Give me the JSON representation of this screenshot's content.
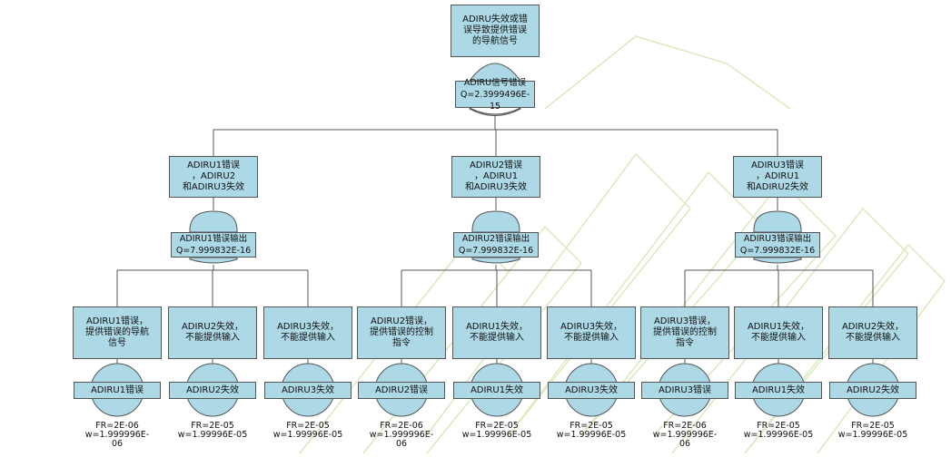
{
  "top_event": {
    "label": "ADIRU失效或错\n误导致提供错误\n的导航信号",
    "gate_label": "ADIRU信号错误\nQ=2.3999496E-15"
  },
  "branches": [
    {
      "label": "ADIRU1错误\n，ADIRU2\n和ADIRU3失效",
      "gate_label": "ADIRU1错误输出\nQ=7.999832E-16",
      "events": [
        {
          "label": "ADIRU1错误，\n提供错误的导航\n信号",
          "basic": "ADIRU1错误",
          "fr": "FR=2E-06",
          "w": "w=1.999996E-\n06"
        },
        {
          "label": "ADIRU2失效，\n不能提供输入",
          "basic": "ADIRU2失效",
          "fr": "FR=2E-05",
          "w": "w=1.99996E-05"
        },
        {
          "label": "ADIRU3失效，\n不能提供输入",
          "basic": "ADIRU3失效",
          "fr": "FR=2E-05",
          "w": "w=1.99996E-05"
        }
      ]
    },
    {
      "label": "ADIRU2错误\n，ADIRU1\n和ADIRU3失效",
      "gate_label": "ADIRU2错误输出\nQ=7.999832E-16",
      "events": [
        {
          "label": "ADIRU2错误，\n提供错误的控制\n指令",
          "basic": "ADIRU2错误",
          "fr": "FR=2E-06",
          "w": "w=1.999996E-\n06"
        },
        {
          "label": "ADIRU1失效，\n不能提供输入",
          "basic": "ADIRU1失效",
          "fr": "FR=2E-05",
          "w": "w=1.99996E-05"
        },
        {
          "label": "ADIRU3失效，\n不能提供输入",
          "basic": "ADIRU3失效",
          "fr": "FR=2E-05",
          "w": "w=1.99996E-05"
        }
      ]
    },
    {
      "label": "ADIRU3错误\n，ADIRU1\n和ADIRU2失效",
      "gate_label": "ADIRU3错误输出\nQ=7.999832E-16",
      "events": [
        {
          "label": "ADIRU3错误，\n提供错误的控制\n指令",
          "basic": "ADIRU3错误",
          "fr": "FR=2E-06",
          "w": "w=1.999996E-\n06"
        },
        {
          "label": "ADIRU1失效，\n不能提供输入",
          "basic": "ADIRU1失效",
          "fr": "FR=2E-05",
          "w": "w=1.99996E-05"
        },
        {
          "label": "ADIRU2失效，\n不能提供输入",
          "basic": "ADIRU2失效",
          "fr": "FR=2E-05",
          "w": "w=1.99996E-05"
        }
      ]
    }
  ],
  "colors": {
    "box_fill": "#add8e6",
    "stroke": "#555555",
    "watermark": "#dce9bf"
  }
}
